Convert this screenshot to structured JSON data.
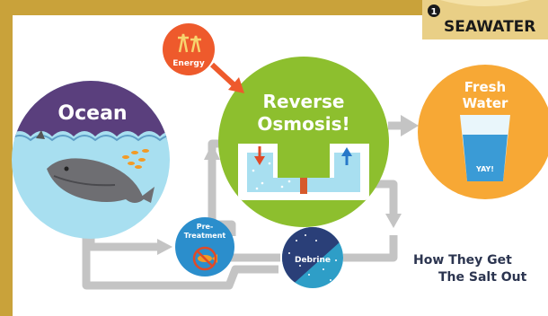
{
  "step": {
    "number": "1",
    "label": "SEAWATER"
  },
  "nodes": {
    "energy": {
      "label": "Energy"
    },
    "ocean": {
      "label": "Ocean"
    },
    "reverse_osmosis": {
      "line1": "Reverse",
      "line2": "Osmosis!"
    },
    "fresh_water": {
      "line1": "Fresh",
      "line2": "Water",
      "glass_label": "YAY!"
    },
    "pretreatment": {
      "line1": "Pre-",
      "line2": "Treatment"
    },
    "debrine": {
      "label": "Debrine"
    }
  },
  "caption": {
    "line1": "How They Get",
    "line2": "The Salt Out"
  },
  "colors": {
    "background": "#c9a23a",
    "panel": "#ffffff",
    "ocean_sky": "#5a3f7d",
    "ocean_water": "#a8dff0",
    "reverse_osmosis": "#8dbf2e",
    "fresh_water": "#f7a835",
    "energy": "#ee5a2c",
    "pretreatment": "#2b8ecc",
    "debrine": "#2e9ec7",
    "arrows": "#c4c4c4"
  }
}
